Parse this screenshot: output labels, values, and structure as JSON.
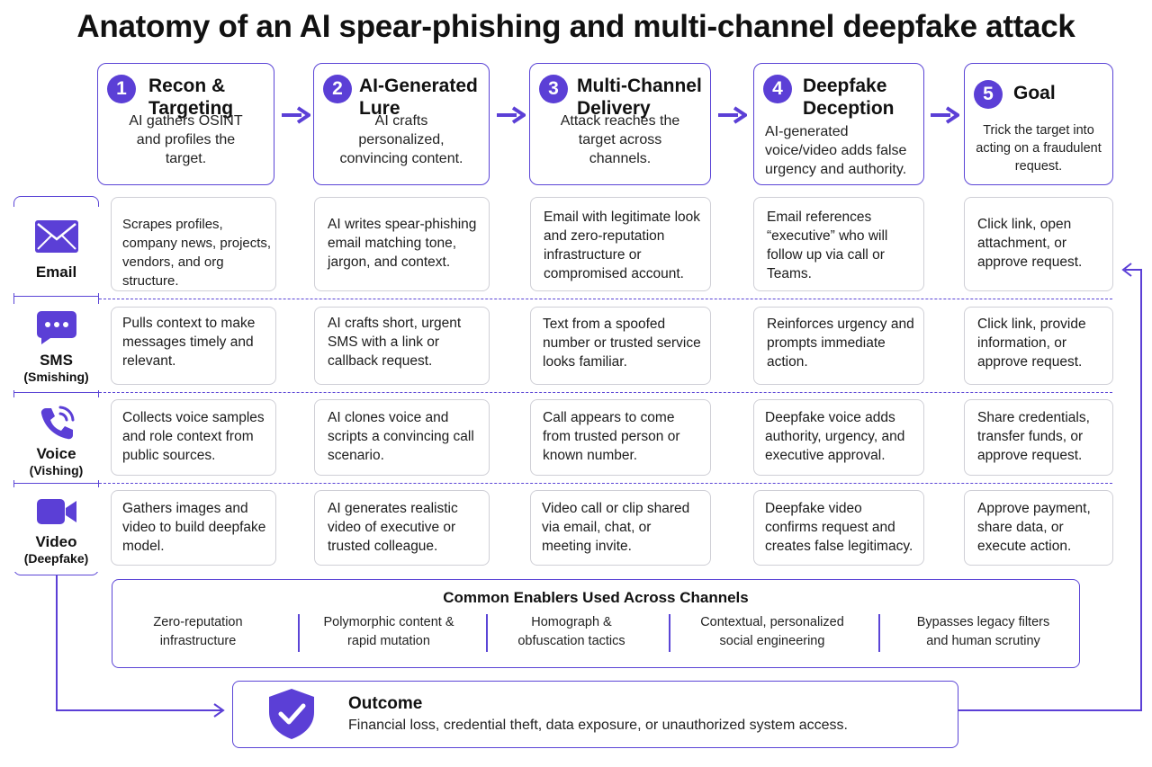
{
  "title": "Anatomy of an AI spear-phishing and multi-channel deepfake attack",
  "colors": {
    "accent": "#5b3fd6",
    "border": "#5b45d6",
    "cell_border": "#cfcfd6"
  },
  "stages": [
    {
      "num": "1",
      "title": "Recon & Targeting",
      "desc": "AI gathers OSINT and profiles the target."
    },
    {
      "num": "2",
      "title": "AI-Generated Lure",
      "desc": "AI crafts personalized, convincing content."
    },
    {
      "num": "3",
      "title": "Multi-Channel Delivery",
      "desc": "Attack reaches the target across channels."
    },
    {
      "num": "4",
      "title": "Deepfake Deception",
      "desc": "AI-generated voice/video adds false urgency and authority."
    },
    {
      "num": "5",
      "title": "Goal",
      "desc": "Trick the target into acting on a fraudulent request."
    }
  ],
  "channels": [
    {
      "name": "Email",
      "sub": "",
      "icon": "envelope-icon"
    },
    {
      "name": "SMS",
      "sub": "(Smishing)",
      "icon": "chat-bubble-icon"
    },
    {
      "name": "Voice",
      "sub": "(Vishing)",
      "icon": "phone-icon"
    },
    {
      "name": "Video",
      "sub": "(Deepfake)",
      "icon": "video-camera-icon"
    }
  ],
  "grid": [
    [
      "Scrapes profiles, company news, projects, vendors, and org structure.",
      "AI writes spear-phishing email matching tone, jargon, and context.",
      "Email with legitimate look and zero-reputation infrastructure or compromised account.",
      "Email references “executive” who will follow up via call or Teams.",
      "Click link, open attachment, or approve request."
    ],
    [
      "Pulls context to make messages timely and relevant.",
      "AI crafts short, urgent SMS with a link or callback request.",
      "Text from a spoofed number or trusted service looks familiar.",
      "Reinforces urgency and prompts immediate action.",
      "Click link, provide information, or approve request."
    ],
    [
      "Collects voice samples and role context from public sources.",
      "AI clones voice and scripts a convincing call scenario.",
      "Call appears to come from trusted person or known number.",
      "Deepfake voice adds authority, urgency, and executive approval.",
      "Share credentials, transfer funds, or approve request."
    ],
    [
      "Gathers images and video to build deepfake model.",
      "AI generates realistic video of executive or trusted colleague.",
      "Video call or clip shared via email, chat, or meeting invite.",
      "Deepfake video confirms request and creates false legitimacy.",
      "Approve payment, share data, or execute action."
    ]
  ],
  "enablers": {
    "title": "Common Enablers Used Across Channels",
    "items": [
      "Zero-reputation infrastructure",
      "Polymorphic content & rapid mutation",
      "Homograph & obfuscation tactics",
      "Contextual, personalized social engineering",
      "Bypasses legacy filters and human scrutiny"
    ]
  },
  "outcome": {
    "title": "Outcome",
    "desc": "Financial loss, credential theft, data exposure, or unauthorized system access.",
    "icon": "shield-check-icon"
  }
}
